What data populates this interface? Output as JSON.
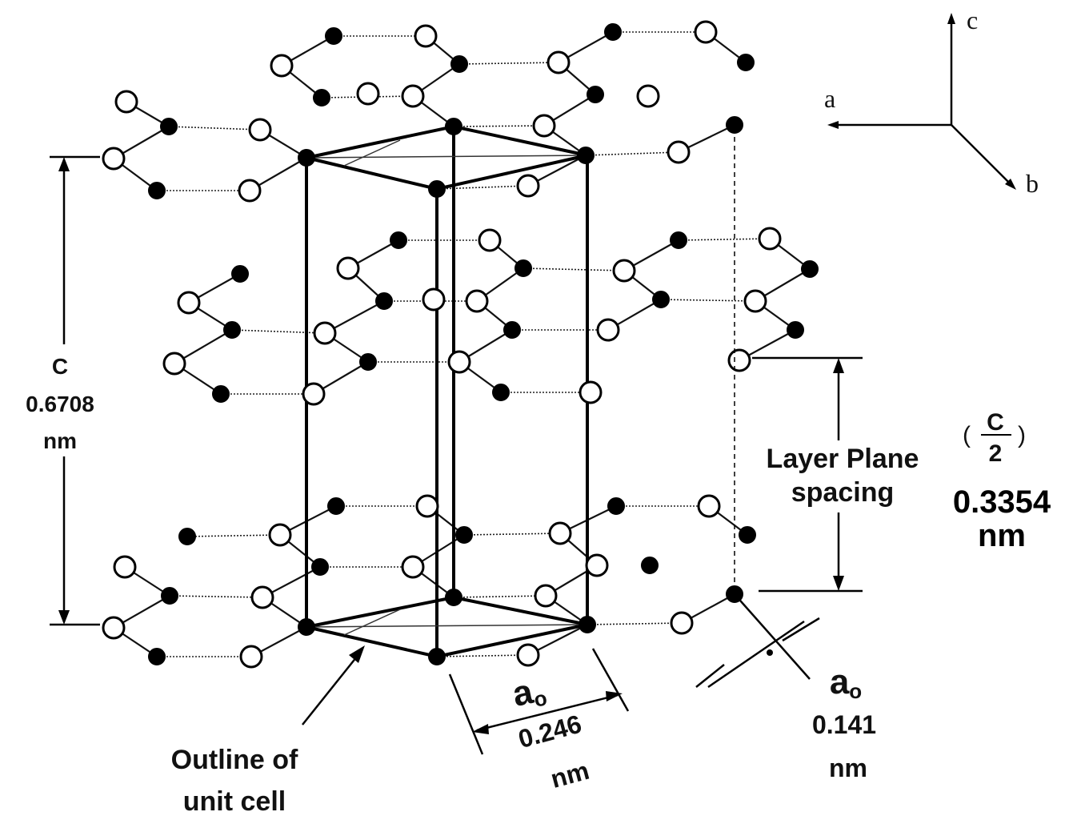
{
  "axes": {
    "a": "a",
    "b": "b",
    "c": "c"
  },
  "c_dimension": {
    "symbol": "C",
    "value": "0.6708",
    "unit": "nm"
  },
  "layer_spacing": {
    "line1": "Layer Plane",
    "line2": "spacing",
    "fraction_numerator": "C",
    "fraction_denominator": "2",
    "paren_open": "(",
    "paren_close": ")",
    "value": "0.3354",
    "unit": "nm"
  },
  "a0_cell": {
    "symbol": "a",
    "subscript": "o",
    "value": "0.246",
    "unit": "nm"
  },
  "a0_bond": {
    "symbol": "a",
    "subscript": "o",
    "value": "0.141",
    "unit": "nm"
  },
  "unit_cell_label": {
    "line1": "Outline of",
    "line2": "unit cell"
  },
  "colors": {
    "atom_filled": "#000000",
    "atom_open": "#ffffff",
    "line": "#000000"
  }
}
